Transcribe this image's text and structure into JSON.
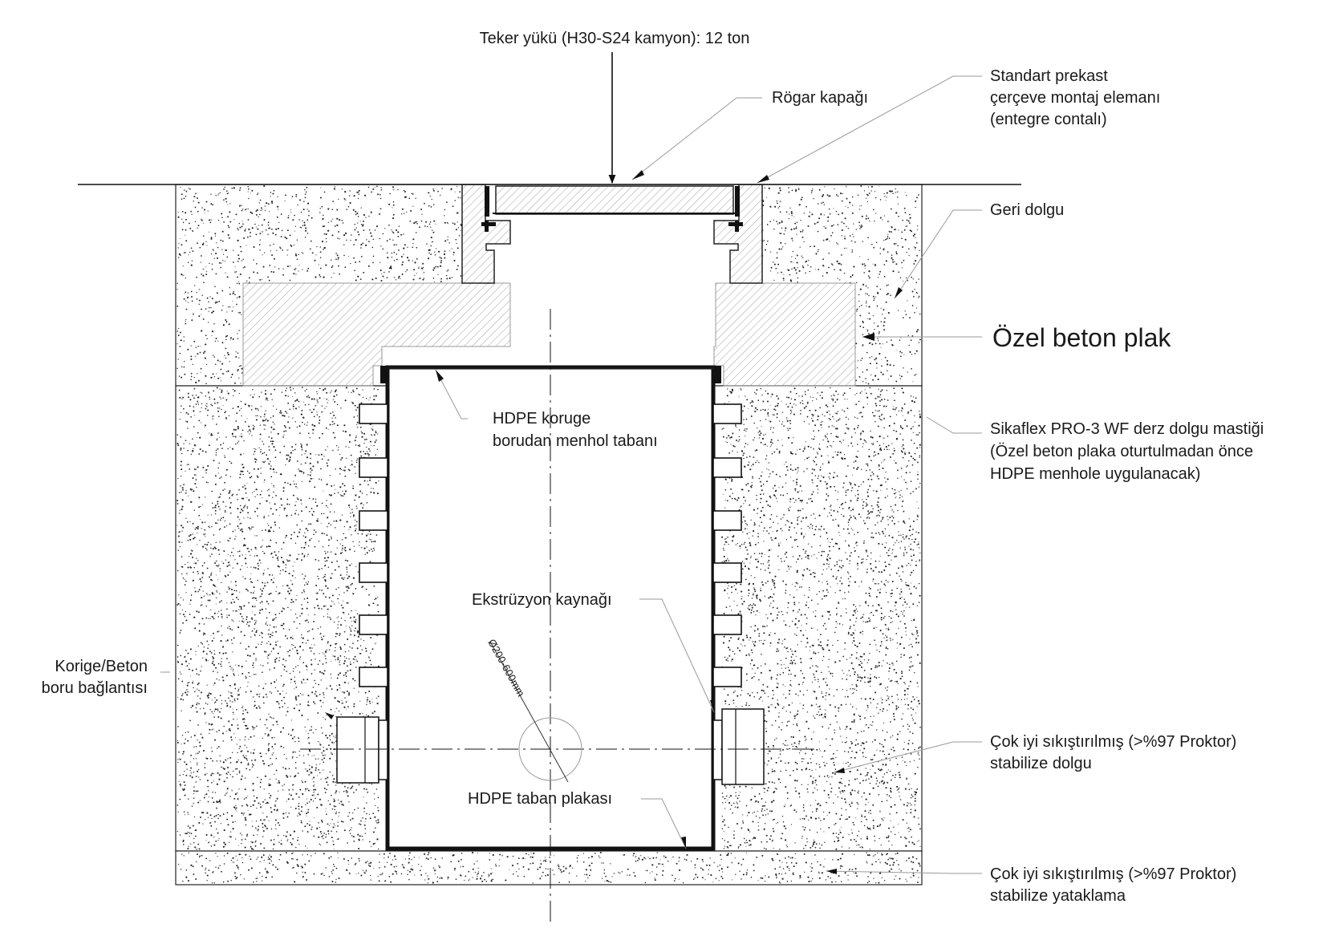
{
  "labels": {
    "wheel_load": "Teker yükü (H30-S24 kamyon): 12 ton",
    "cover": "Rögar kapağı",
    "frame_line1": "Standart prekast",
    "frame_line2": "çerçeve montaj elemanı",
    "frame_line3": "(entegre contalı)",
    "backfill": "Geri dolgu",
    "concrete_slab": "Özel beton plak",
    "sealant_line1": "Sikaflex PRO-3 WF derz dolgu mastiği",
    "sealant_line2": "(Özel beton plaka oturtulmadan önce",
    "sealant_line3": "HDPE menhole uygulanacak)",
    "hdpe_base_line1": "HDPE koruge",
    "hdpe_base_line2": "borudan menhol tabanı",
    "weld": "Ekstrüzyon kaynağı",
    "pipe_conn_line1": "Korige/Beton",
    "pipe_conn_line2": "boru bağlantısı",
    "pipe_diameter": "Ø200-600mm",
    "fill_line1": "Çok iyi sıkıştırılmış (>%97 Proktor)",
    "fill_line2": "stabilize dolgu",
    "base_plate": "HDPE taban plakası",
    "bedding_line1": "Çok iyi sıkıştırılmış (>%97 Proktor)",
    "bedding_line2": "stabilize yataklama"
  }
}
